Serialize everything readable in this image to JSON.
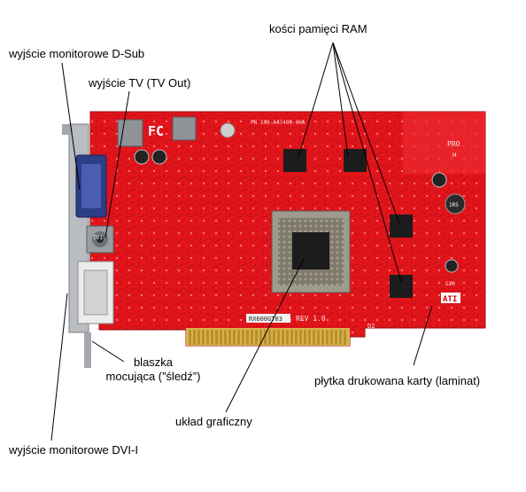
{
  "labels": {
    "dsub": "wyjście monitorowe D-Sub",
    "tv": "wyjście TV (TV Out)",
    "ram": "kości pamięci RAM",
    "bracket_line1": "blaszka",
    "bracket_line2": "mocująca (”śledź”)",
    "pcb": "płytka drukowana karty (laminat)",
    "gpu": "układ graficzny",
    "dvi": "wyjście monitorowe DVI-I"
  },
  "board_text": {
    "part_number": "PN 109-A47400-00A",
    "model": "RX600GT03",
    "revision": "REV 1.0",
    "brand": "ATI",
    "fcc": "FC",
    "pro": "PRO",
    "h": "H",
    "coil": "1R5",
    "edge": "D2",
    "tv_code": "TV1",
    "g10": "G10"
  },
  "colors": {
    "pcb": "#e2151b",
    "pcb_dark": "#b30c12",
    "chip": "#1c1c1c",
    "gold": "#d8b24a",
    "bracket": "#b9bcc0"
  }
}
